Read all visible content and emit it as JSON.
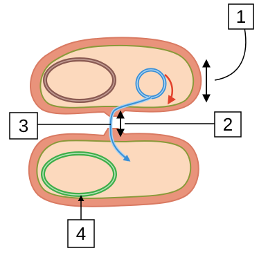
{
  "labels": {
    "one": "1",
    "two": "2",
    "three": "3",
    "four": "4"
  },
  "colors": {
    "cell_wall": "#e9937b",
    "cell_wall_dark": "#d97a62",
    "cytoplasm": "#fcd9bd",
    "membrane": "#8a9a3a",
    "chromosome_donor": "#8a5a52",
    "chromosome_recipient": "#3fae4a",
    "plasmid": "#3a8fd6",
    "plasmid_light": "#a9d3f2",
    "replication_arrow": "#e2412b",
    "pointer": "#000000"
  }
}
